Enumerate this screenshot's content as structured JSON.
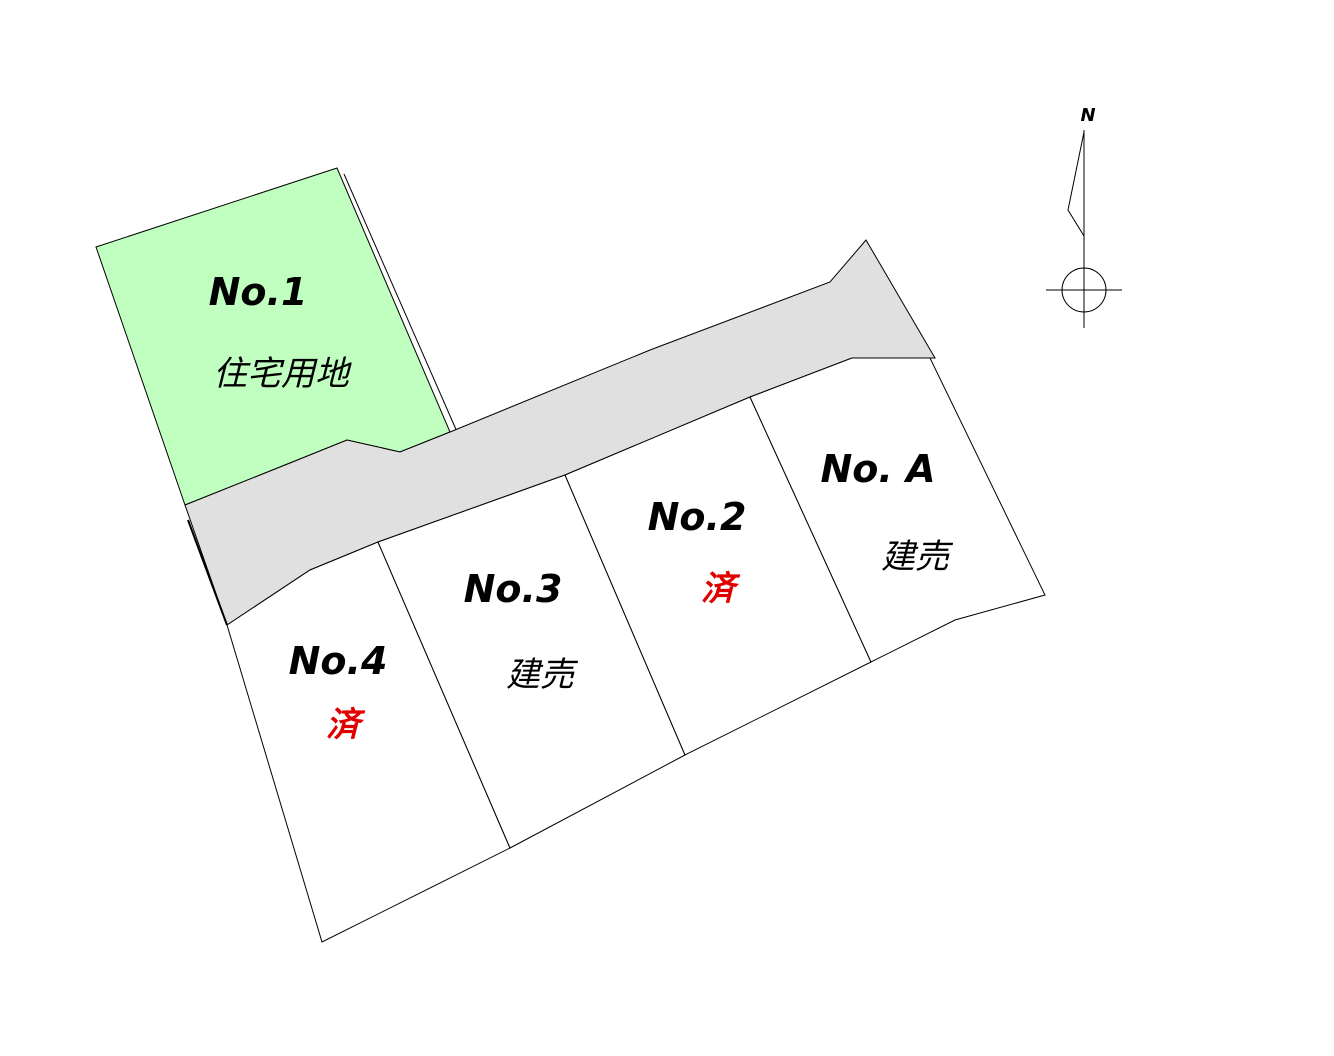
{
  "colors": {
    "lot1_fill": "#c0ffc0",
    "road_fill": "#e0e0e0",
    "lot_fill": "#ffffff",
    "outline": "#000000",
    "sold_text": "#e10000",
    "label_text": "#000000"
  },
  "compass": {
    "letter": "N",
    "icon": "north-arrow-icon"
  },
  "lots": [
    {
      "number": "No.1",
      "status": "住宅用地",
      "sold": false
    },
    {
      "number": "No.2",
      "status": "済",
      "sold": true
    },
    {
      "number": "No.3",
      "status": "建売",
      "sold": false
    },
    {
      "number": "No.4",
      "status": "済",
      "sold": true
    },
    {
      "number": "No. A",
      "status": "建売",
      "sold": false
    }
  ]
}
